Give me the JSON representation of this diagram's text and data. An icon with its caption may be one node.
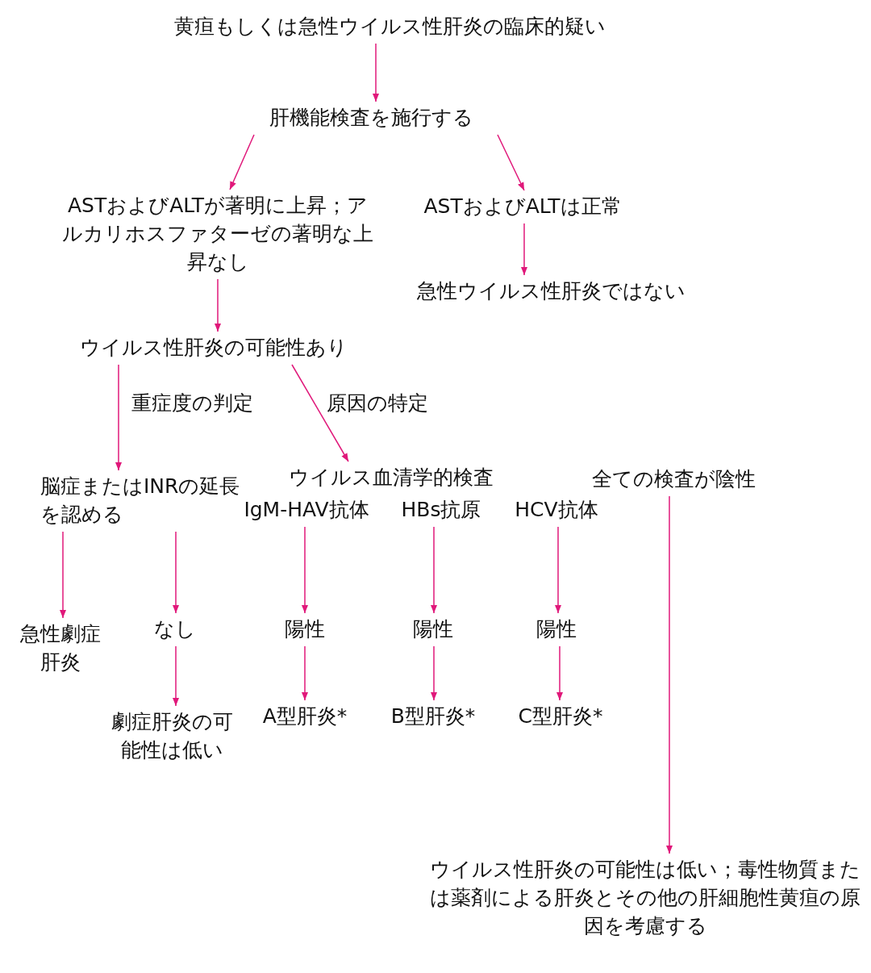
{
  "diagram": {
    "nodes": [
      {
        "text": [
          "黄疸もしくは急性ウイルス性肝炎の臨床的疑い"
        ]
      },
      {
        "text": [
          "肝機能検査を施行する"
        ]
      },
      {
        "text": [
          "ASTおよびALTが著明に上昇；アルカリホスファターゼの著明な上昇なし"
        ]
      },
      {
        "text": [
          "ASTおよびALTは正常"
        ]
      },
      {
        "text": [
          "急性ウイルス性肝炎ではない"
        ]
      },
      {
        "text": [
          "ウイルス性肝炎の可能性あり"
        ]
      },
      {
        "text": [
          "脳症またはINRの延長を認める"
        ]
      },
      {
        "text": [
          "ウイルス血清学的検査"
        ]
      },
      {
        "text": [
          "IgM-HAV抗体"
        ]
      },
      {
        "text": [
          "HBs抗原"
        ]
      },
      {
        "text": [
          "HCV抗体"
        ]
      },
      {
        "text": [
          "全ての検査が陰性"
        ]
      },
      {
        "text": [
          "急性劇症肝炎"
        ]
      },
      {
        "text": [
          "なし"
        ]
      },
      {
        "text": [
          "劇症肝炎の可能性は低い"
        ]
      },
      {
        "text": [
          "陽性"
        ]
      },
      {
        "text": [
          "陽性"
        ]
      },
      {
        "text": [
          "陽性"
        ]
      },
      {
        "text": [
          "A型肝炎*"
        ]
      },
      {
        "text": [
          "B型肝炎*"
        ]
      },
      {
        "text": [
          "C型肝炎*"
        ]
      },
      {
        "text": [
          "ウイルス性肝炎の可能性は低い；毒性物質または薬剤による肝炎とその他の肝細胞性黄疸の原因を考慮する"
        ]
      }
    ],
    "edges": [
      {
        "from": 0,
        "to": 1,
        "arrow": "to"
      },
      {
        "from": 1,
        "to": 2,
        "arrow": "to"
      },
      {
        "from": 1,
        "to": 3,
        "arrow": "to"
      },
      {
        "from": 3,
        "to": 4,
        "arrow": "to"
      },
      {
        "from": 2,
        "to": 5,
        "arrow": "to"
      },
      {
        "from": 5,
        "to": 6,
        "arrow": "to",
        "label": "重症度の判定"
      },
      {
        "from": 5,
        "to": 7,
        "arrow": "to",
        "label": "原因の特定"
      },
      {
        "from": 6,
        "to": 12,
        "arrow": "to"
      },
      {
        "from": 6,
        "to": 13,
        "arrow": "to"
      },
      {
        "from": 13,
        "to": 14,
        "arrow": "to"
      },
      {
        "from": 8,
        "to": 15,
        "arrow": "to"
      },
      {
        "from": 9,
        "to": 16,
        "arrow": "to"
      },
      {
        "from": 10,
        "to": 17,
        "arrow": "to"
      },
      {
        "from": 15,
        "to": 18,
        "arrow": "to"
      },
      {
        "from": 16,
        "to": 19,
        "arrow": "to"
      },
      {
        "from": 17,
        "to": 20,
        "arrow": "to"
      },
      {
        "from": 11,
        "to": 21,
        "arrow": "to"
      }
    ]
  }
}
